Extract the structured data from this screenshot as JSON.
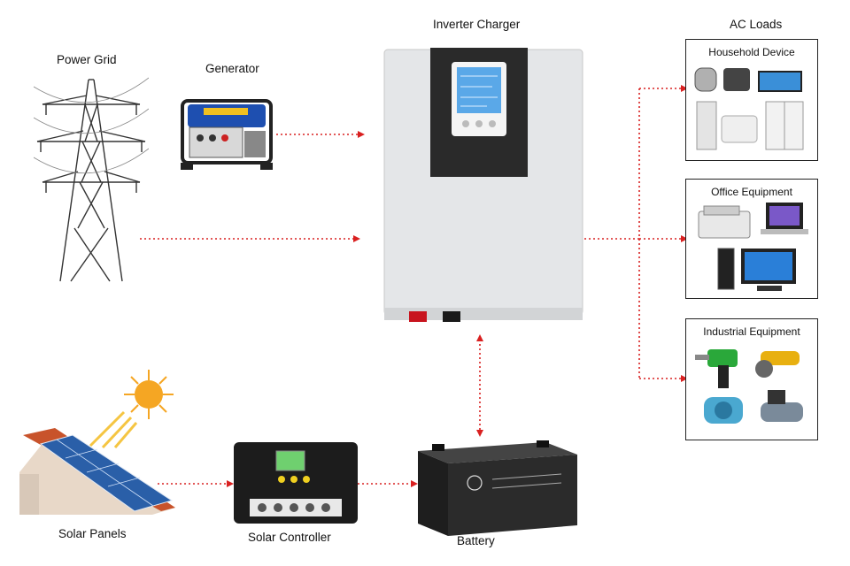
{
  "labels": {
    "power_grid": "Power Grid",
    "generator": "Generator",
    "inverter": "Inverter Charger",
    "ac_loads": "AC Loads",
    "solar_panels": "Solar Panels",
    "solar_controller": "Solar Controller",
    "battery": "Battery"
  },
  "load_groups": {
    "household": "Household Device",
    "office": "Office Equipment",
    "industrial": "Industrial Equipment"
  },
  "colors": {
    "connector": "#d92020",
    "inverter_body": "#e4e6e8",
    "inverter_panel": "#2a2a2a",
    "lcd": "#5aa8e8",
    "battery": "#2b2b2b",
    "sun": "#f5a623",
    "solar_panel": "#2a5fa8",
    "roof": "#c8532b",
    "generator": "#1e4fb0"
  },
  "icons": {
    "tower": "transmission-tower-icon",
    "generator": "generator-icon",
    "inverter": "inverter-charger-icon",
    "sun": "sun-icon",
    "solar": "solar-roof-icon",
    "controller": "solar-controller-icon",
    "battery": "battery-icon"
  }
}
